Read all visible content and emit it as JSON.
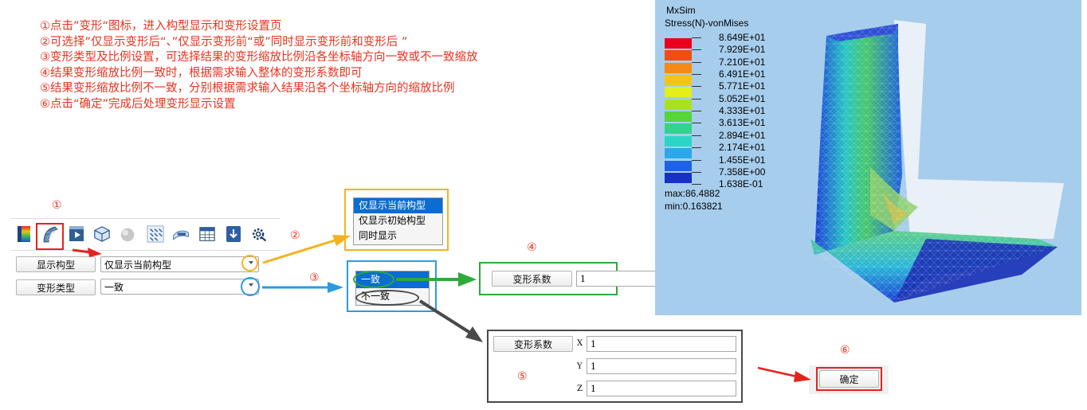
{
  "instructions": [
    "①点击”变形“图标，进入构型显示和变形设置页",
    "②可选择”仅显示变形后“、”仅显示变形前“或”同时显示变形前和变形后 ”",
    "③变形类型及比例设置，可选择结果的变形缩放比例沿各坐标轴方向一致或不一致缩放",
    "④结果变形缩放比例一致时，根据需求输入整体的变形系数即可",
    "⑤结果变形缩放比例不一致，分别根据需求输入结果沿各个坐标轴方向的缩放比例",
    "⑥点击“确定”完成后处理变形显示设置"
  ],
  "steps": {
    "s1": "①",
    "s2": "②",
    "s3": "③",
    "s4": "④",
    "s5": "⑤",
    "s6": "⑥"
  },
  "form": {
    "display_config_label": "显示构型",
    "display_config_value": "仅显示当前构型",
    "deform_type_label": "变形类型",
    "deform_type_value": "一致"
  },
  "display_dropdown": {
    "options": [
      "仅显示当前构型",
      "仅显示初始构型",
      "同时显示"
    ],
    "selected": 0
  },
  "type_dropdown": {
    "options": [
      "一致",
      "不一致"
    ],
    "selected": 0
  },
  "uniform": {
    "label": "变形系数",
    "value": "1"
  },
  "nonuniform": {
    "label": "变形系数",
    "x_label": "X",
    "x_value": "1",
    "y_label": "Y",
    "y_value": "1",
    "z_label": "Z",
    "z_value": "1"
  },
  "confirm_label": "确定",
  "result": {
    "app_name": "MxSim",
    "quantity": "Stress(N)-vonMises",
    "legend_values": [
      "8.649E+01",
      "7.929E+01",
      "7.210E+01",
      "6.491E+01",
      "5.771E+01",
      "5.052E+01",
      "4.333E+01",
      "3.613E+01",
      "2.894E+01",
      "2.174E+01",
      "1.455E+01",
      "7.358E+00",
      "1.638E-01"
    ],
    "legend_colors": [
      "#e8001c",
      "#f04d12",
      "#f58a14",
      "#f3c616",
      "#e4ee19",
      "#a8e21e",
      "#56d43a",
      "#35d28f",
      "#2bd6c6",
      "#2ba8e8",
      "#1d62e5",
      "#1630c8"
    ],
    "max_text": "max:86.4882",
    "min_text": "min:0.163821"
  },
  "colors": {
    "annotation_red": "#e8331f",
    "orange": "#f5b21f",
    "blue": "#2b9be0",
    "green": "#2fa93a",
    "dark": "#4a4a4a",
    "selection": "#0b6cd1"
  },
  "toolbar_icons": [
    "contour-icon",
    "deform-icon",
    "animation-icon",
    "cube-view-icon",
    "sphere-icon",
    "vector-icon",
    "section-icon",
    "table-icon",
    "export-icon",
    "settings-icon"
  ]
}
